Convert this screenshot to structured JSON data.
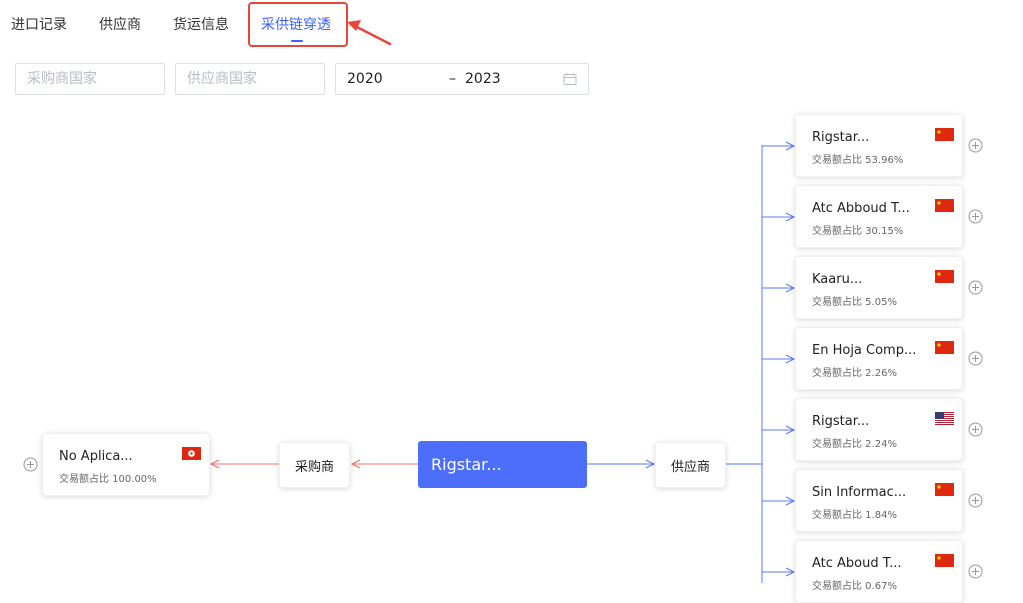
{
  "tabs": [
    {
      "label": "进口记录",
      "active": false
    },
    {
      "label": "供应商",
      "active": false
    },
    {
      "label": "货运信息",
      "active": false
    },
    {
      "label": "采供链穿透",
      "active": true
    }
  ],
  "filters": {
    "buyer_country_placeholder": "采购商国家",
    "supplier_country_placeholder": "供应商国家",
    "date_start": "2020",
    "date_separator": "–",
    "date_end": "2023"
  },
  "graph": {
    "center": {
      "name": "Rigstar..."
    },
    "buyer_label": "采购商",
    "supplier_label": "供应商",
    "buyers": [
      {
        "name": "No Aplica...",
        "share": "交易额占比 100.00%",
        "flag": "hk-flag-icon"
      }
    ],
    "suppliers": [
      {
        "name": "Rigstar...",
        "share": "交易额占比 53.96%",
        "flag": "cn-flag-icon"
      },
      {
        "name": "Atc Abboud T...",
        "share": "交易额占比 30.15%",
        "flag": "cn-flag-icon"
      },
      {
        "name": "Kaaru...",
        "share": "交易额占比 5.05%",
        "flag": "cn-flag-icon"
      },
      {
        "name": "En Hoja Comp...",
        "share": "交易额占比 2.26%",
        "flag": "cn-flag-icon"
      },
      {
        "name": "Rigstar...",
        "share": "交易额占比 2.24%",
        "flag": "us-flag-icon"
      },
      {
        "name": "Sin Informac...",
        "share": "交易额占比 1.84%",
        "flag": "cn-flag-icon"
      },
      {
        "name": "Atc Aboud T...",
        "share": "交易额占比 0.67%",
        "flag": "cn-flag-icon"
      }
    ]
  },
  "colors": {
    "accent": "#3b62ff",
    "center_node": "#4d6dfb",
    "buyer_edge": "#f07070",
    "supplier_edge": "#5b78f5",
    "highlight": "#e8453c"
  }
}
